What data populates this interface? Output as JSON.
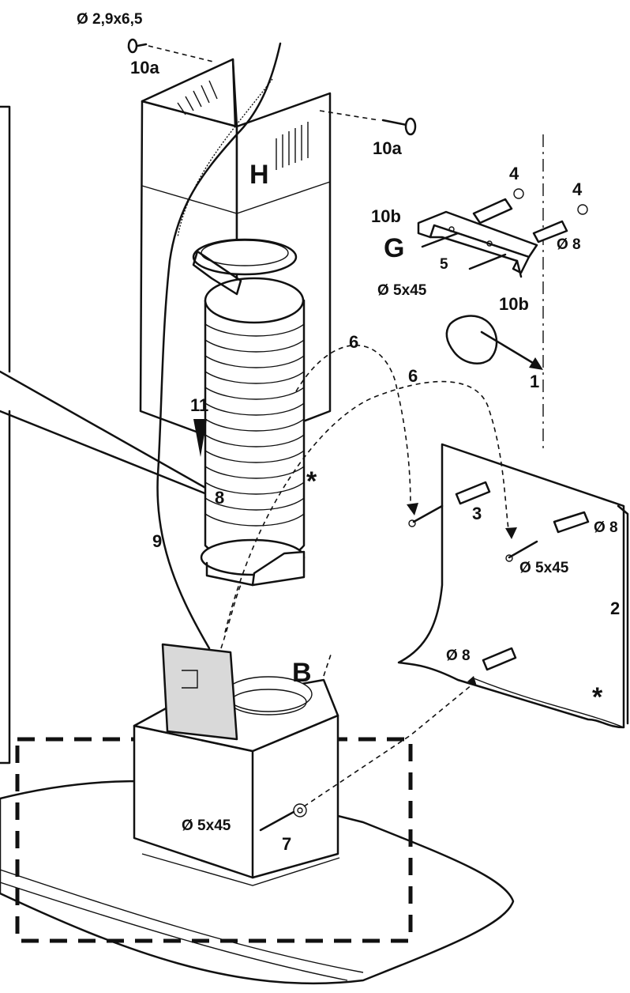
{
  "labels": {
    "screw_small_size": "Ø 2,9x6,5",
    "part_10a_left": "10a",
    "part_10a_right": "10a",
    "part_H": "H",
    "part_4_left": "4",
    "part_4_right": "4",
    "part_10b_top": "10b",
    "part_G": "G",
    "part_5": "5",
    "diam_8_bracket": "Ø 8",
    "screw_5x45_bracket": "Ø 5x45",
    "part_10b_bottom": "10b",
    "part_6_left": "6",
    "part_6_right": "6",
    "part_1": "1",
    "part_11": "11",
    "asterisk_duct": "*",
    "part_8": "8",
    "part_9": "9",
    "part_3": "3",
    "diam_8_wall_upper": "Ø 8",
    "screw_5x45_wall": "Ø 5x45",
    "part_2": "2",
    "diam_8_wall_lower": "Ø 8",
    "asterisk_wall": "*",
    "part_B": "B",
    "screw_5x45_base": "Ø 5x45",
    "part_7": "7"
  },
  "colors": {
    "line": "#111111",
    "fill": "#ffffff",
    "shade": "#d9d9d9"
  }
}
